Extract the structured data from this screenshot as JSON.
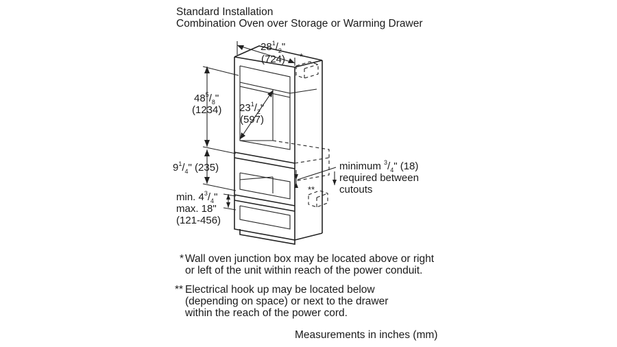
{
  "header": {
    "title": "Standard Installation",
    "subtitle": "Combination Oven over Storage or Warming Drawer"
  },
  "dimensions": {
    "top_width": {
      "whole": "28",
      "num": "1",
      "den": "2",
      "unit": "\"",
      "mm": "(724)"
    },
    "inner_width": {
      "whole": "23",
      "num": "1",
      "den": "2",
      "unit": "\"",
      "mm": "(597)"
    },
    "cutout_height": {
      "whole": "48",
      "num": "5",
      "den": "8",
      "unit": "\"",
      "mm": "(1234)"
    },
    "drawer_height": {
      "whole": "9",
      "num": "1",
      "den": "4",
      "unit": "\"",
      "mm": "(235)"
    },
    "floor_gap": {
      "min_prefix": "min. 4",
      "min_num": "3",
      "min_den": "4",
      "min_unit": "\"",
      "max": "max. 18\"",
      "mm": "(121-456)"
    },
    "spacing_note": {
      "prefix": "minimum ",
      "num": "3",
      "den": "4",
      "suffix": "\" (18)",
      "line2": "required between",
      "line3": "cutouts"
    }
  },
  "markers": {
    "single": "*",
    "double": "**"
  },
  "notes": [
    {
      "marker": "*",
      "lines": [
        "Wall oven junction box may be located above or right",
        "or left of the unit within reach of the power conduit."
      ]
    },
    {
      "marker": "**",
      "lines": [
        "Electrical hook up may be located below",
        "(depending on space) or next to the drawer",
        "within the reach of the power cord."
      ]
    }
  ],
  "footer": {
    "units_note": "Measurements in inches (mm)"
  }
}
